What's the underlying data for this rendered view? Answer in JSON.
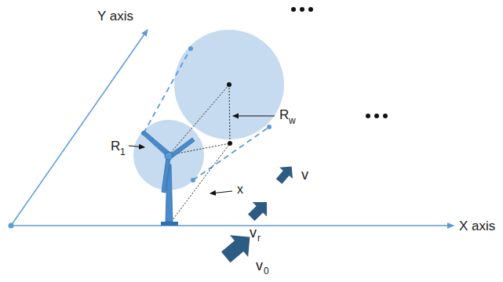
{
  "diagram": {
    "labels": [
      "Y axis",
      "X axis",
      "R",
      "1",
      "R",
      "w",
      "x",
      "v",
      "v",
      "r",
      "v",
      "0"
    ]
  }
}
